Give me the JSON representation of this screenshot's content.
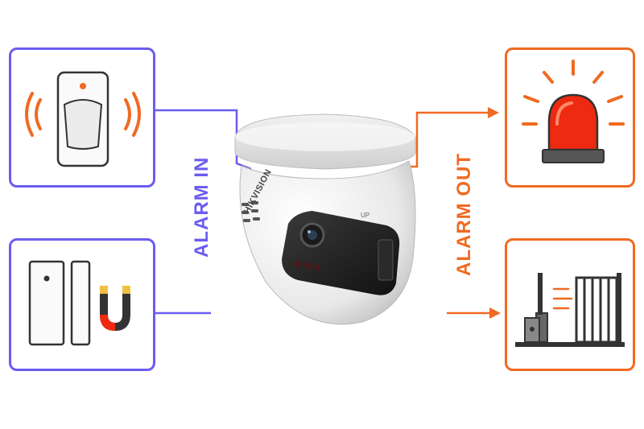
{
  "labels": {
    "alarm_in": "ALARM IN",
    "alarm_out": "ALARM OUT",
    "camera_brand": "HIKVISION"
  },
  "colors": {
    "alarm_in": "#6b5cf0",
    "alarm_out": "#f06a22",
    "siren_red": "#ee2a10"
  },
  "devices": {
    "inputs": [
      "motion-sensor-icon",
      "door-contact-sensor-icon"
    ],
    "outputs": [
      "siren-light-icon",
      "gate-opener-icon"
    ],
    "center": "dome-camera-icon"
  }
}
